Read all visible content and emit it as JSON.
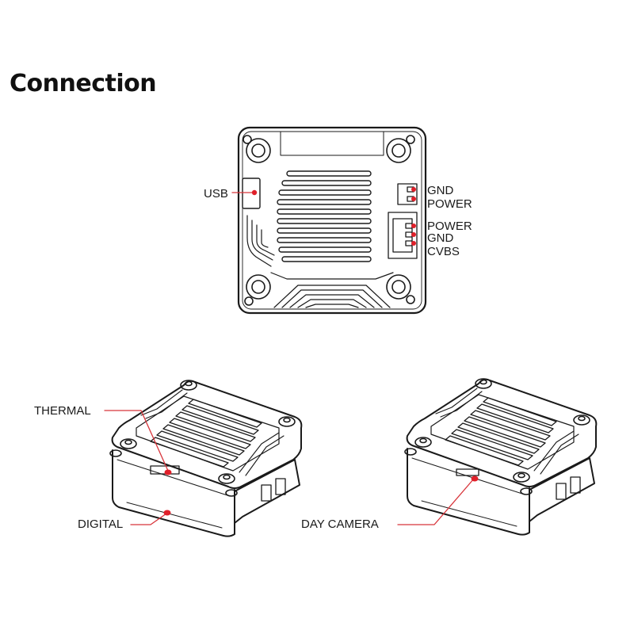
{
  "title": "Connection",
  "labels": {
    "usb": "USB",
    "gnd_top": "GND",
    "power_top": "POWER",
    "power_mid": "POWER",
    "gnd_mid": "GND",
    "cvbs": "CVBS",
    "thermal": "THERMAL",
    "digital": "DIGITAL",
    "day_camera": "DAY CAMERA"
  },
  "colors": {
    "line": "#1a1a1a",
    "marker": "#e0202a",
    "leader": "#d8343a"
  }
}
